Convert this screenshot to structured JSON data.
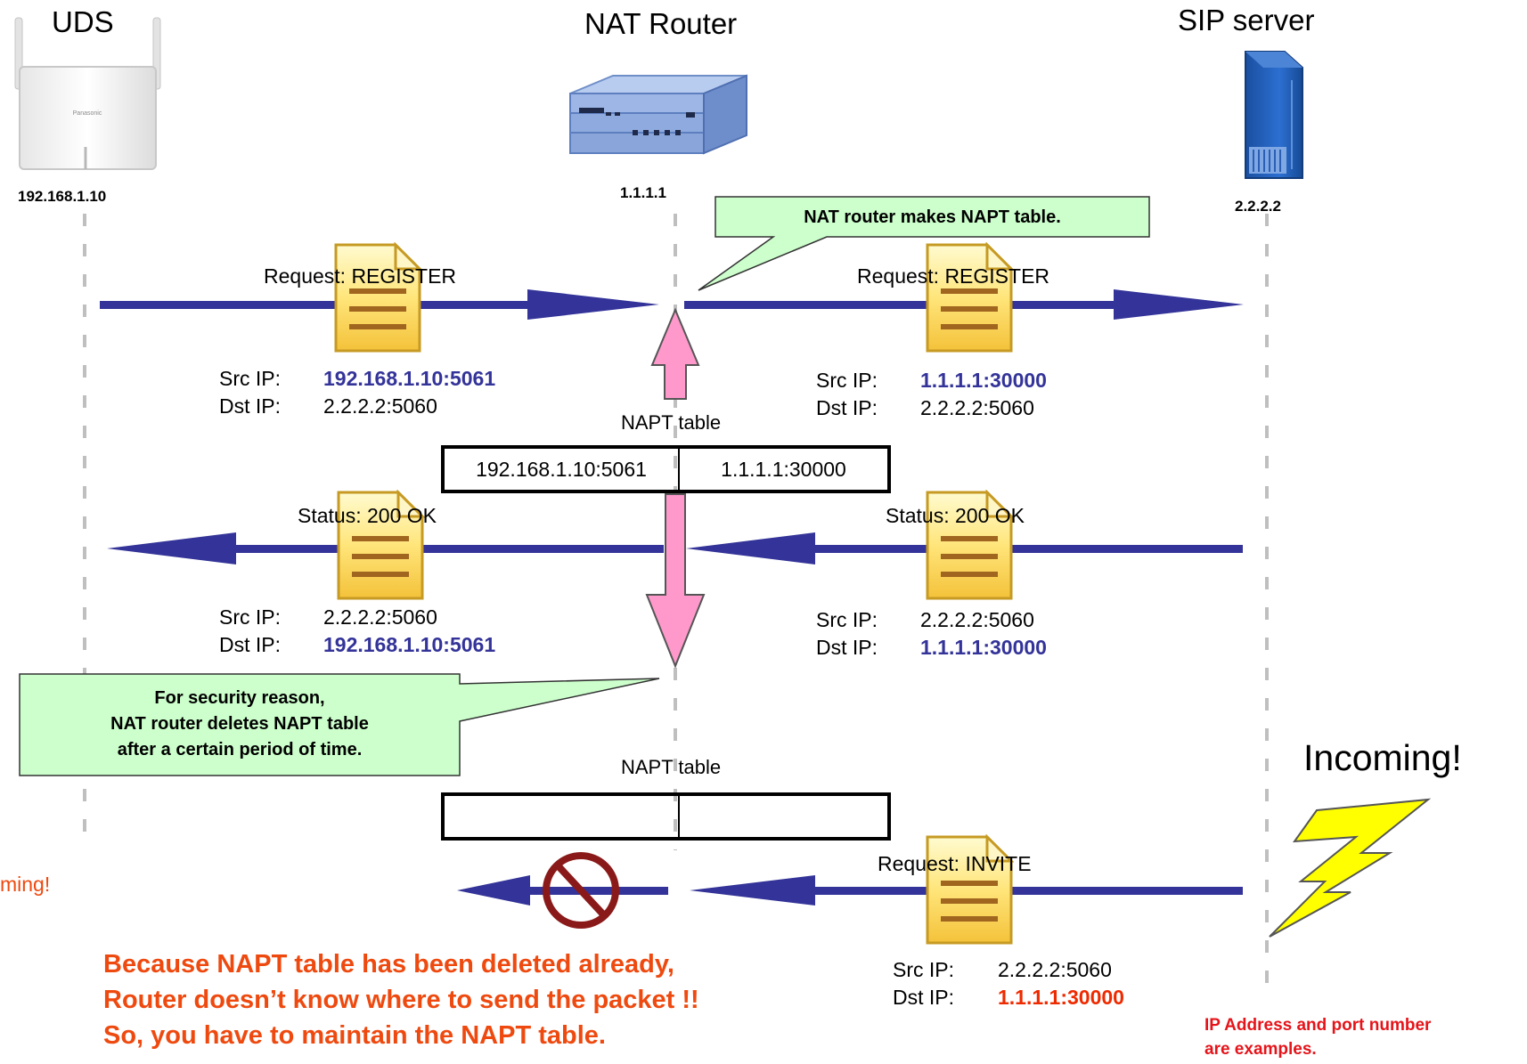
{
  "nodes": {
    "uds": {
      "title": "UDS",
      "ip": "192.168.1.10",
      "brand": "Panasonic"
    },
    "router": {
      "title": "NAT Router",
      "ip": "1.1.1.1"
    },
    "sip": {
      "title": "SIP server",
      "ip": "2.2.2.2"
    }
  },
  "callouts": {
    "top": "NAT router makes NAPT table.",
    "security": [
      "For security reason,",
      "NAT router deletes NAPT table",
      "after a certain period of time."
    ]
  },
  "flows": {
    "register_left": {
      "label": "Request: REGISTER",
      "src_key": "Src IP:",
      "src": "192.168.1.10:5061",
      "dst_key": "Dst IP:",
      "dst": "2.2.2.2:5060"
    },
    "register_right": {
      "label": "Request: REGISTER",
      "src_key": "Src IP:",
      "src": "1.1.1.1:30000",
      "dst_key": "Dst IP:",
      "dst": "2.2.2.2:5060"
    },
    "ok_left": {
      "label": "Status: 200 OK",
      "src_key": "Src IP:",
      "src": "2.2.2.2:5060",
      "dst_key": "Dst IP:",
      "dst": "192.168.1.10:5061"
    },
    "ok_right": {
      "label": "Status: 200 OK",
      "src_key": "Src IP:",
      "src": "2.2.2.2:5060",
      "dst_key": "Dst IP:",
      "dst": "1.1.1.1:30000"
    },
    "invite": {
      "label": "Request: INVITE",
      "src_key": "Src IP:",
      "src": "2.2.2.2:5060",
      "dst_key": "Dst IP:",
      "dst": "1.1.1.1:30000"
    }
  },
  "napt_tables": {
    "first": {
      "label": "NAPT table",
      "private": "192.168.1.10:5061",
      "public": "1.1.1.1:30000"
    },
    "second": {
      "label": "NAPT table",
      "private": "",
      "public": ""
    }
  },
  "incoming": {
    "right": "Incoming!",
    "left_partial": "ming!"
  },
  "warning": [
    "Because NAPT table has been deleted already,",
    "Router doesn’t know where to send the packet !!",
    "So, you have to maintain the NAPT table."
  ],
  "note": [
    "IP Address and port number",
    "are examples."
  ],
  "colors": {
    "arrow": "#333399",
    "highlight": "#333399",
    "red": "#ee4a10",
    "callout_fill": "#ccffcc",
    "pink": "#ff99cc"
  }
}
